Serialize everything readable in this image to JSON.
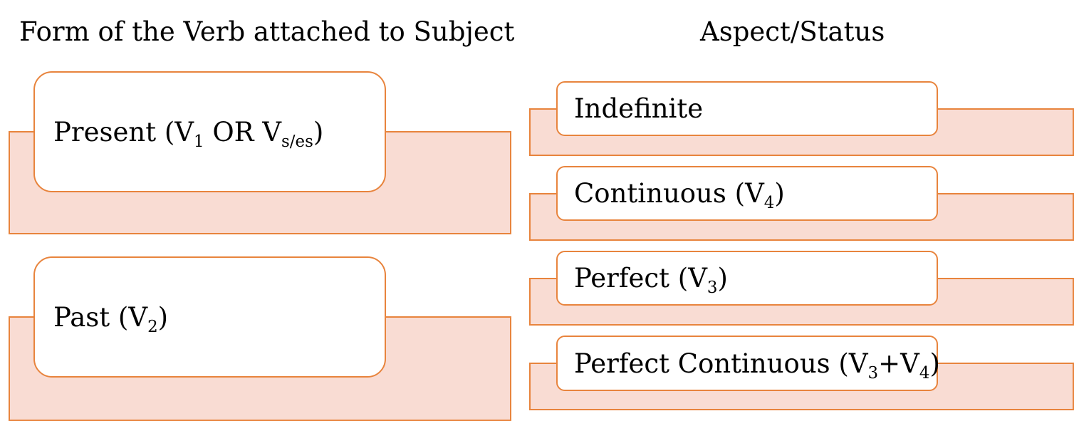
{
  "headings": {
    "left": "Form of the Verb attached to Subject",
    "right": "Aspect/Status"
  },
  "forms": [
    {
      "base": "Present (V",
      "sub1": "1",
      "mid": " OR V",
      "sub2": "s/es",
      "end": ")"
    },
    {
      "base": "Past (V",
      "sub1": "2",
      "end": ")"
    }
  ],
  "aspects": [
    {
      "base": "Indefinite"
    },
    {
      "base": "Continuous (V",
      "sub1": "4",
      "end": ")"
    },
    {
      "base": "Perfect (V",
      "sub1": "3",
      "end": ")"
    },
    {
      "base": "Perfect Continuous (V",
      "sub1": "3",
      "mid": "+V",
      "sub2": "4",
      "end": ")"
    }
  ],
  "colors": {
    "accent": "#e8843d",
    "fill": "#f9dcd3"
  }
}
